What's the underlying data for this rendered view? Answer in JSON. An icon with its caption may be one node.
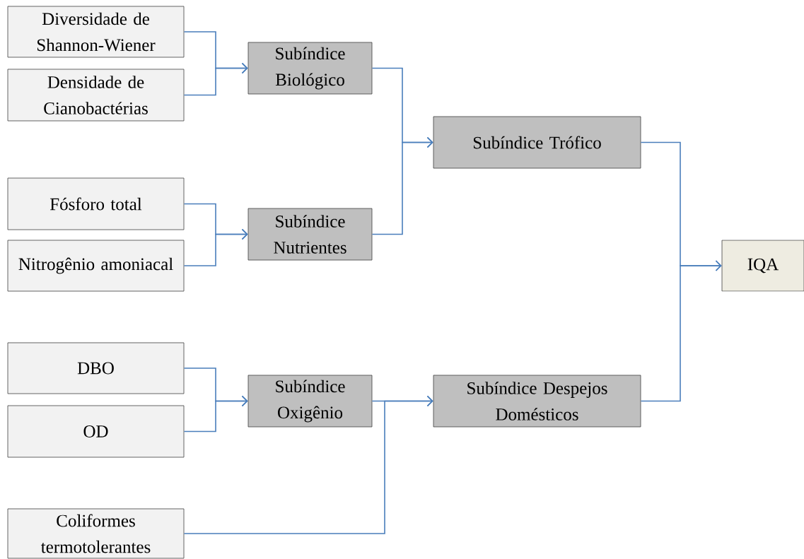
{
  "diagram": {
    "nodes": [
      {
        "text": [
          "Diversidade de Shannon-Wiener"
        ]
      },
      {
        "text": [
          "Densidade de Cianobactérias"
        ]
      },
      {
        "text": [
          "Subíndice Biológico"
        ]
      },
      {
        "text": [
          "Fósforo total"
        ]
      },
      {
        "text": [
          "Nitrogênio amoniacal"
        ]
      },
      {
        "text": [
          "Subíndice Nutrientes"
        ]
      },
      {
        "text": [
          "Subíndice Trófico"
        ]
      },
      {
        "text": [
          "IQA"
        ]
      },
      {
        "text": [
          "DBO"
        ]
      },
      {
        "text": [
          "OD"
        ]
      },
      {
        "text": [
          "Subíndice Oxigênio"
        ]
      },
      {
        "text": [
          "Subíndice Despejos Domésticos"
        ]
      },
      {
        "text": [
          "Coliformes termotolerantes"
        ]
      }
    ],
    "edges": [
      {
        "from": 0,
        "to": 2,
        "arrow": "to"
      },
      {
        "from": 1,
        "to": 2,
        "arrow": "to"
      },
      {
        "from": 2,
        "to": 6,
        "arrow": "to"
      },
      {
        "from": 3,
        "to": 5,
        "arrow": "to"
      },
      {
        "from": 4,
        "to": 5,
        "arrow": "to"
      },
      {
        "from": 5,
        "to": 6,
        "arrow": "to"
      },
      {
        "from": 6,
        "to": 7,
        "arrow": "to"
      },
      {
        "from": 8,
        "to": 10,
        "arrow": "to"
      },
      {
        "from": 9,
        "to": 10,
        "arrow": "to"
      },
      {
        "from": 10,
        "to": 11,
        "arrow": "to"
      },
      {
        "from": 12,
        "to": 11,
        "arrow": "to"
      },
      {
        "from": 11,
        "to": 7,
        "arrow": "to"
      }
    ]
  }
}
